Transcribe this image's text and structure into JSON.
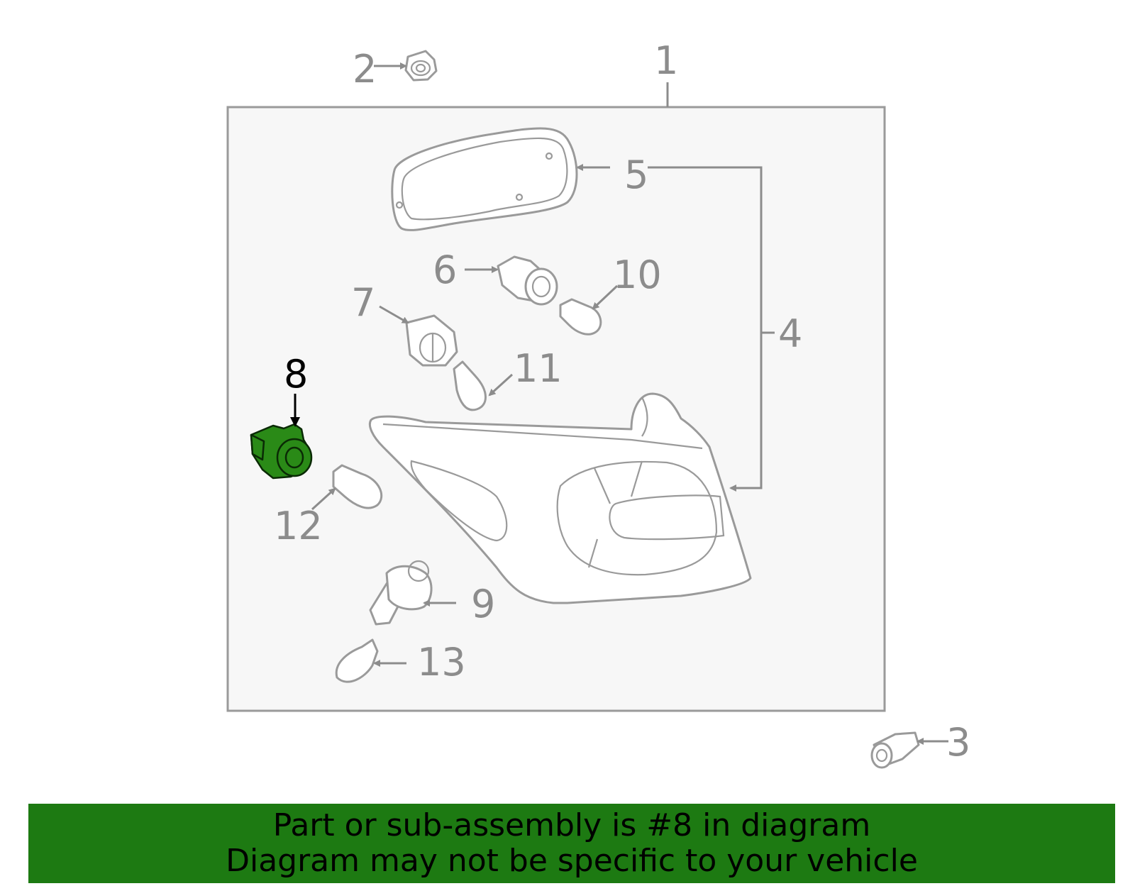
{
  "diagram": {
    "highlight_color": "#2a8a17",
    "box_fill": "#f7f7f7",
    "callouts": [
      {
        "id": "c1",
        "text": "1"
      },
      {
        "id": "c2",
        "text": "2"
      },
      {
        "id": "c3",
        "text": "3"
      },
      {
        "id": "c4",
        "text": "4"
      },
      {
        "id": "c5",
        "text": "5"
      },
      {
        "id": "c6",
        "text": "6"
      },
      {
        "id": "c7",
        "text": "7"
      },
      {
        "id": "c8",
        "text": "8",
        "highlighted": true
      },
      {
        "id": "c9",
        "text": "9"
      },
      {
        "id": "c10",
        "text": "10"
      },
      {
        "id": "c11",
        "text": "11"
      },
      {
        "id": "c12",
        "text": "12"
      },
      {
        "id": "c13",
        "text": "13"
      }
    ]
  },
  "banner": {
    "line1": "Part or sub-assembly is #8 in diagram",
    "line2": "Diagram may not be specific to your vehicle",
    "background": "#1d7a12"
  }
}
